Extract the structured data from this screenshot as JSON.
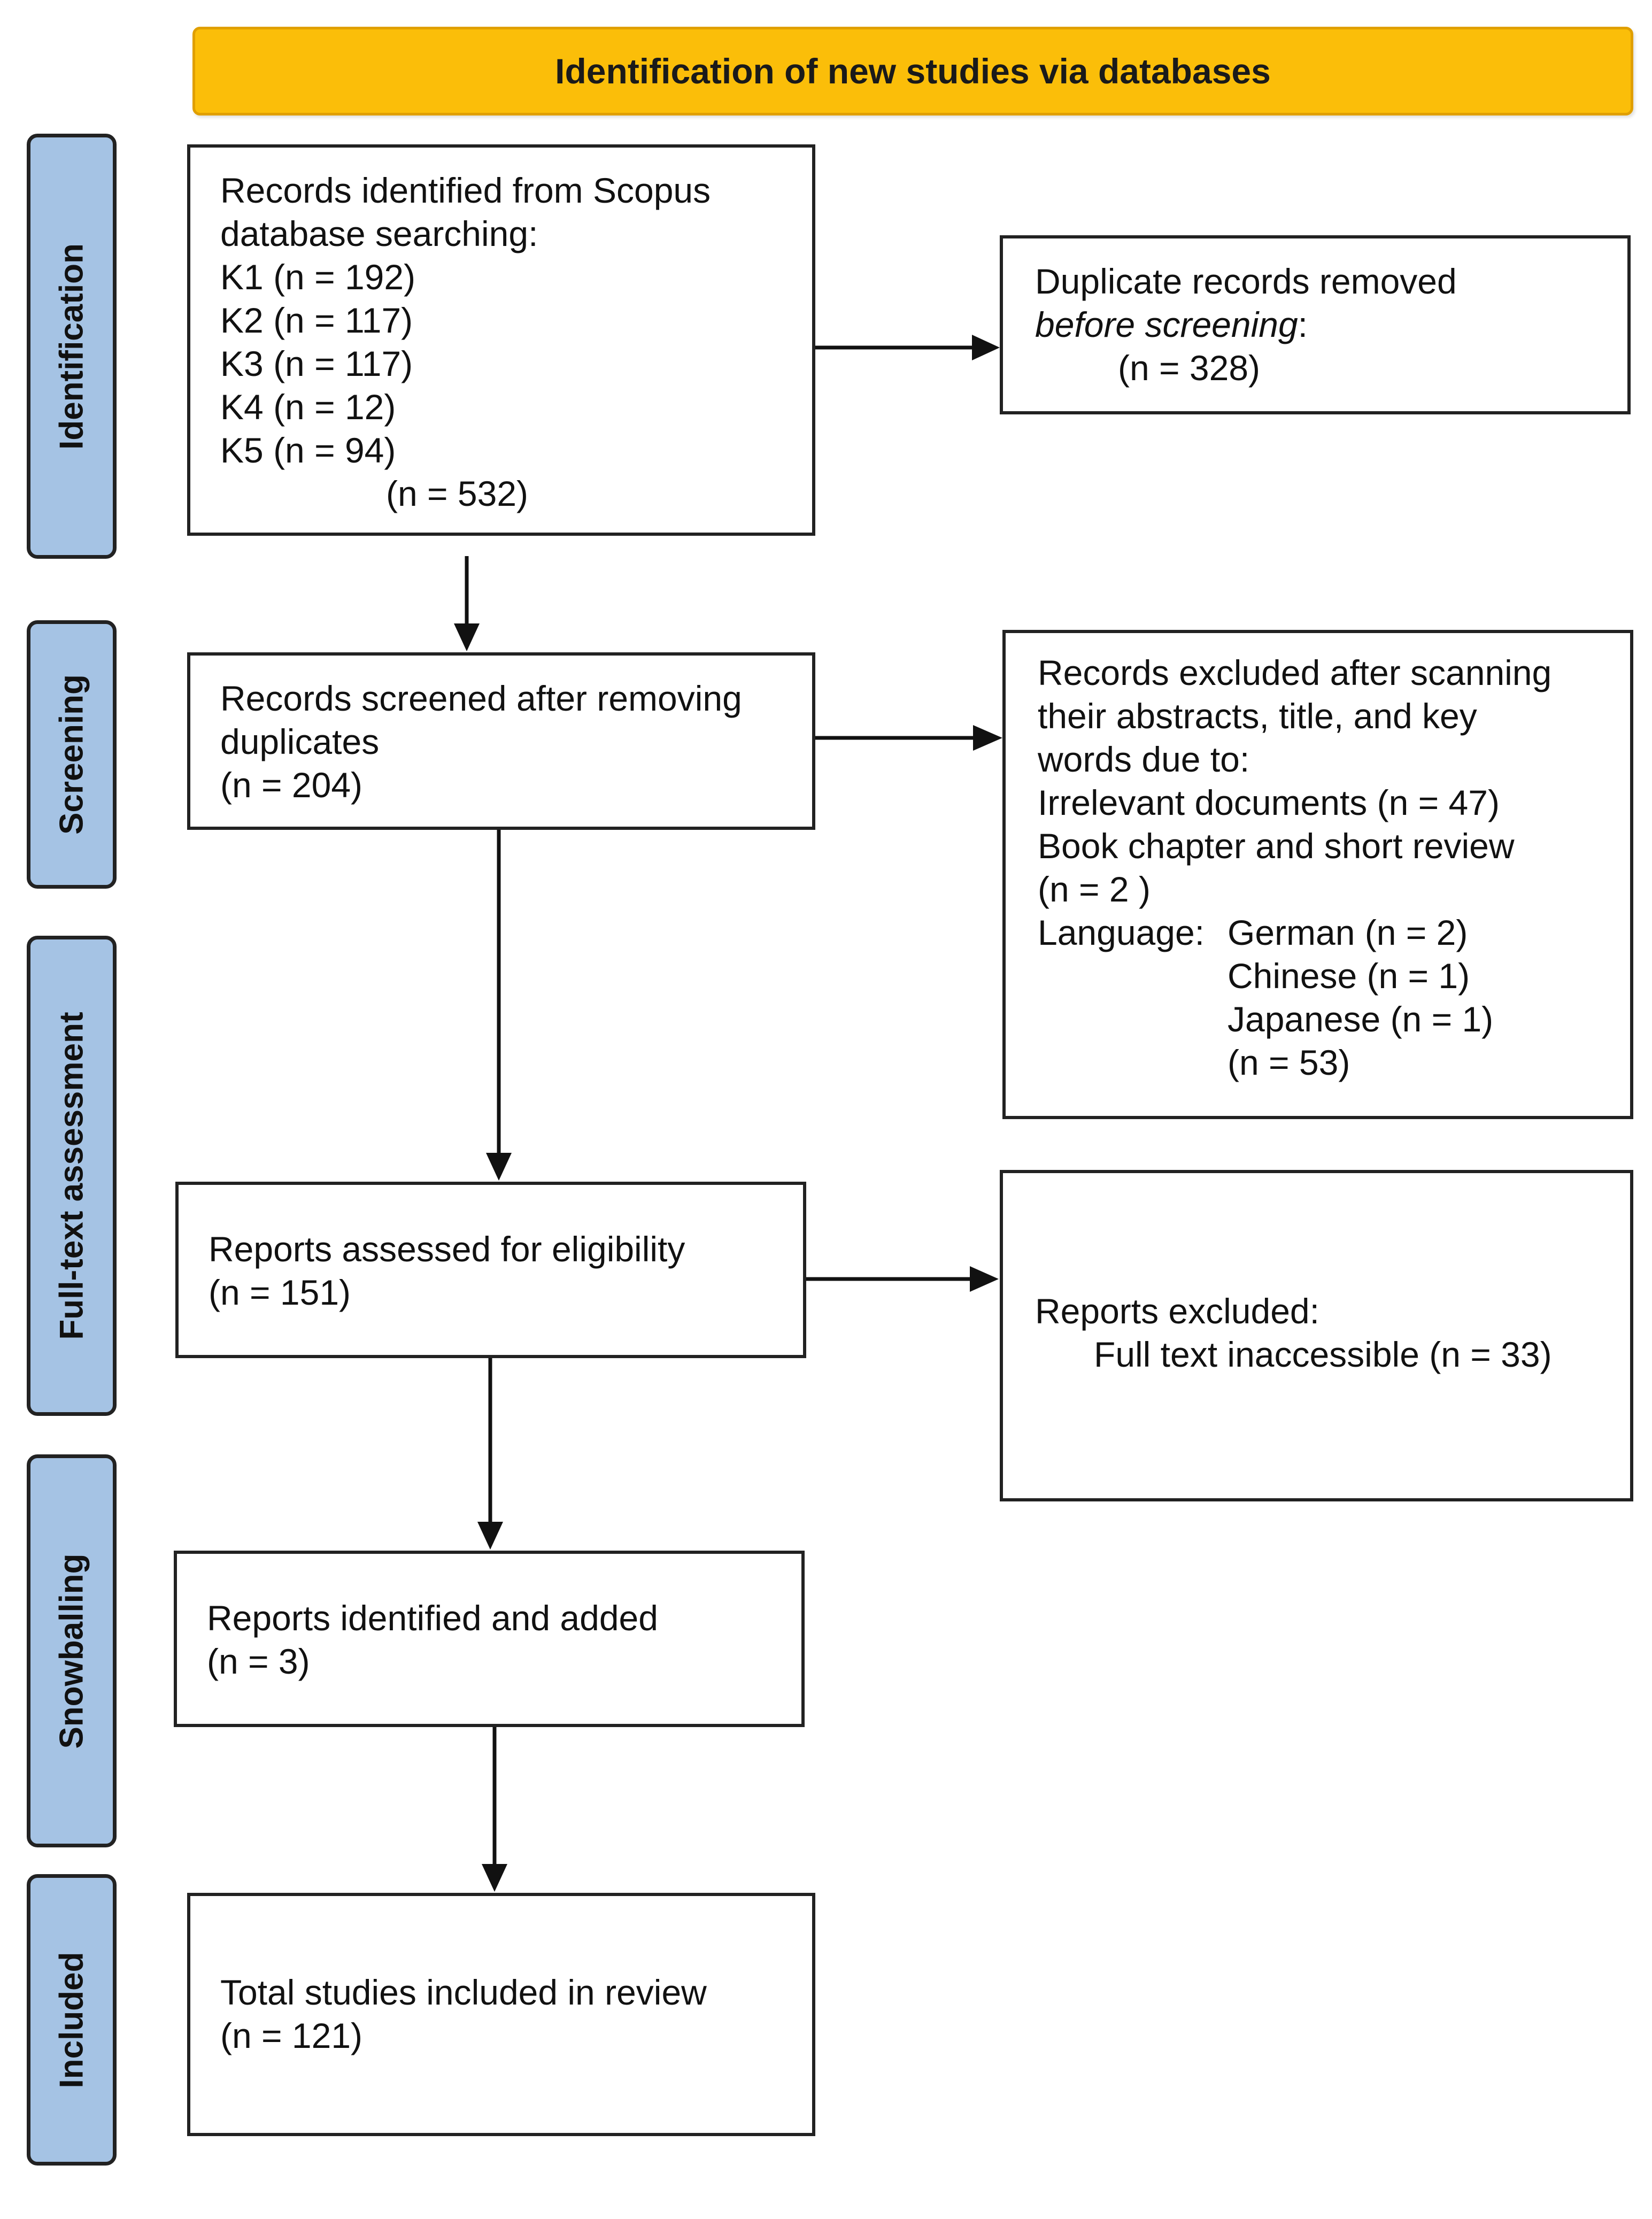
{
  "header": {
    "title": "Identification of new studies via databases"
  },
  "stages": {
    "identification": "Identification",
    "screening": "Screening",
    "fulltext": "Full-text assessment",
    "snowballing": "Snowballing",
    "included": "Included"
  },
  "boxes": {
    "records_identified": {
      "line1": "Records identified from Scopus",
      "line2": "database searching:",
      "k1": "K1 (n = 192)",
      "k2": "K2 (n = 117)",
      "k3": "K3 (n = 117)",
      "k4": "K4 (n = 12)",
      "k5": "K5 (n = 94)",
      "total": "(n = 532)"
    },
    "duplicates_removed": {
      "line1": "Duplicate records removed",
      "line2_italic": "before screening",
      "line2_colon": ":",
      "count": "(n = 328)"
    },
    "records_screened": {
      "line1": "Records screened after removing",
      "line2": "duplicates",
      "count": "(n = 204)"
    },
    "records_excluded": {
      "line1": "Records excluded after scanning",
      "line2": "their abstracts, title, and key",
      "line3": "words due to:",
      "line4": "Irrelevant documents (n = 47)",
      "line5": "Book chapter and short review",
      "line6": "(n = 2 )",
      "language_label": "Language:",
      "lang1": "German (n = 2)",
      "lang2": "Chinese (n = 1)",
      "lang3": "Japanese (n = 1)",
      "total": "(n = 53)"
    },
    "reports_assessed": {
      "line1": "Reports assessed for eligibility",
      "count": "(n = 151)"
    },
    "reports_excluded": {
      "line1": "Reports excluded:",
      "line2": "Full text inaccessible (n = 33)"
    },
    "reports_added": {
      "line1": "Reports identified and added",
      "count": "(n = 3)"
    },
    "total_included": {
      "line1": "Total studies included in review",
      "count": "(n = 121)"
    }
  }
}
